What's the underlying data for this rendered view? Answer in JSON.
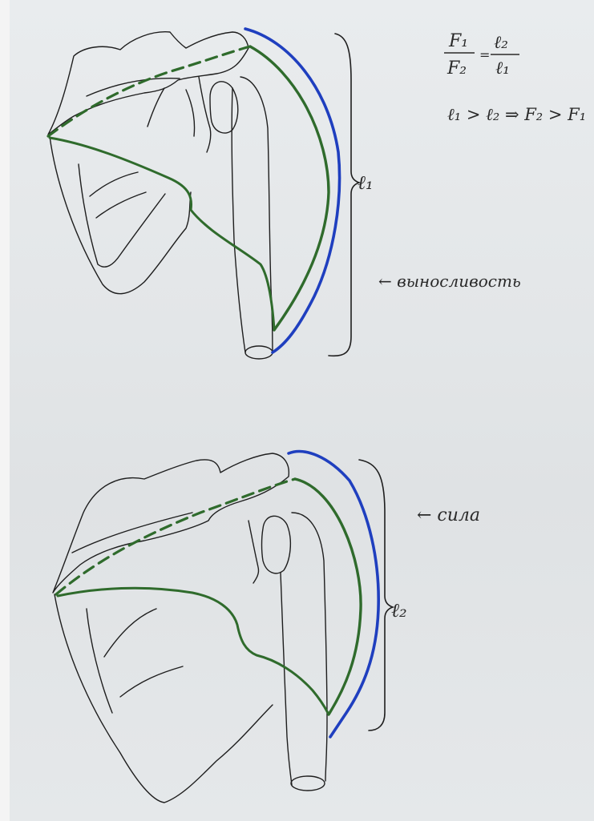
{
  "formula": {
    "f1": "F₁",
    "f2": "F₂",
    "l2": "ℓ₂",
    "l1": "ℓ₁",
    "equals": "=",
    "inequality": "ℓ₁ > ℓ₂ ⇒ F₂ > F₁"
  },
  "top_figure": {
    "lever_label": "ℓ₁",
    "annotation": "← выносливость"
  },
  "bottom_figure": {
    "lever_label": "ℓ₂",
    "annotation": "← сила"
  },
  "colors": {
    "pencil": "#1e1e1e",
    "muscle_green": "#2f6b2c",
    "lever_blue": "#1f3fbf"
  }
}
